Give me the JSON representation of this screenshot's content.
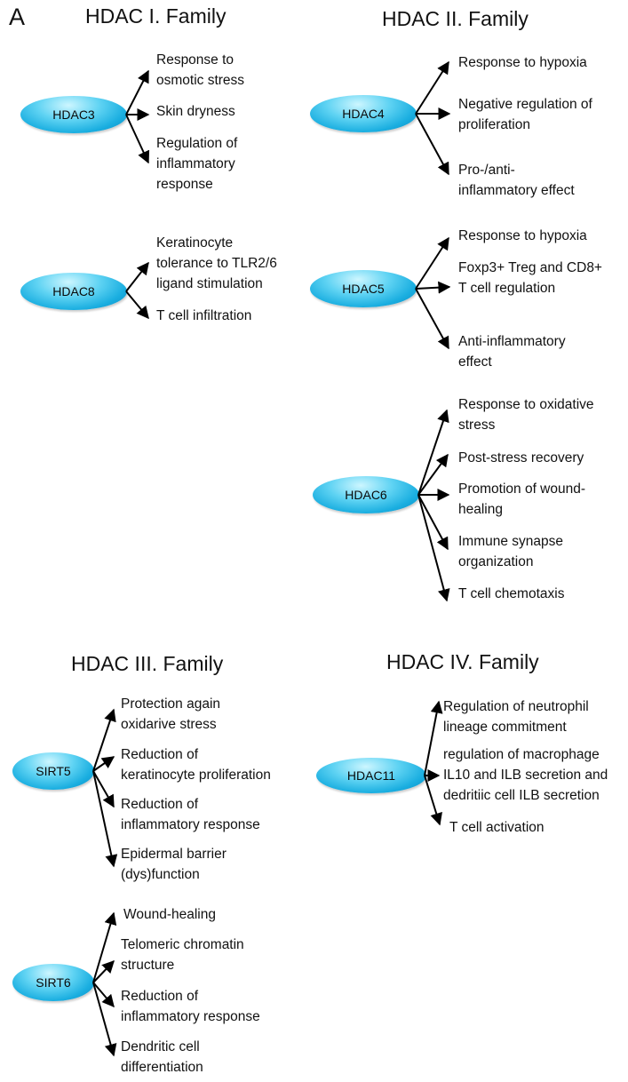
{
  "panel_letter": "A",
  "families": [
    {
      "title": "HDAC I. Family",
      "nodes": [
        {
          "label": "HDAC3",
          "items": [
            "Response to\nosmotic stress",
            "Skin dryness",
            "Regulation of\ninflammatory\nresponse"
          ]
        },
        {
          "label": "HDAC8",
          "items": [
            "Keratinocyte\ntolerance to TLR2/6\nligand stimulation",
            "T cell infiltration"
          ]
        }
      ]
    },
    {
      "title": "HDAC II. Family",
      "nodes": [
        {
          "label": "HDAC4",
          "items": [
            "Response to hypoxia",
            "Negative regulation of\nproliferation",
            "Pro-/anti-\ninflammatory effect"
          ]
        },
        {
          "label": "HDAC5",
          "items": [
            "Response to hypoxia",
            "Foxp3+ Treg and CD8+\nT cell regulation",
            "Anti-inflammatory\neffect"
          ]
        },
        {
          "label": "HDAC6",
          "items": [
            "Response to oxidative\nstress",
            "Post-stress recovery",
            "Promotion of wound-\nhealing",
            "Immune synapse\norganization",
            "T cell chemotaxis"
          ]
        }
      ]
    },
    {
      "title": "HDAC III. Family",
      "nodes": [
        {
          "label": "SIRT5",
          "items": [
            "Protection again\noxidarive stress",
            "Reduction of\nkeratinocyte proliferation",
            "Reduction of\ninflammatory response",
            "Epidermal barrier\n(dys)function"
          ]
        },
        {
          "label": "SIRT6",
          "items": [
            "Wound-healing",
            "Telomeric chromatin\nstructure",
            "Reduction of\ninflammatory response",
            "Dendritic cell\ndifferentiation"
          ]
        }
      ]
    },
    {
      "title": "HDAC IV. Family",
      "nodes": [
        {
          "label": "HDAC11",
          "items": [
            "Regulation of neutrophil\nlineage commitment",
            "regulation of macrophage\nIL10 and ILB secretion and\ndedritiic cell ILB secretion",
            "T cell activation"
          ]
        }
      ]
    }
  ],
  "colors": {
    "node_fill": "#1aaee0",
    "arrow": "#000000"
  }
}
